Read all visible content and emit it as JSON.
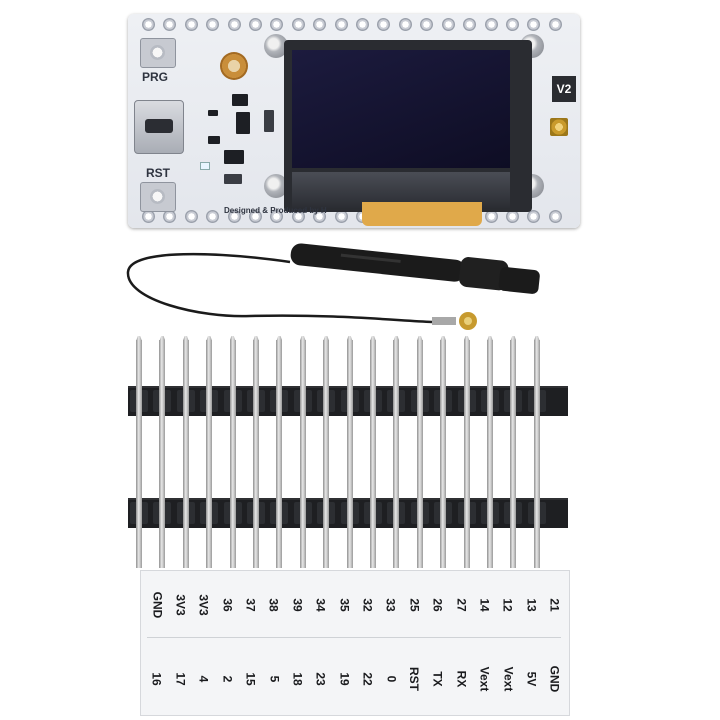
{
  "board": {
    "button_prg_label": "PRG",
    "button_rst_label": "RST",
    "revision_label": "V2",
    "footer_text": "Designed & Produced by H"
  },
  "header_rows": 2,
  "pin_count_per_header": 18,
  "label_card": {
    "top_row": [
      "GND",
      "3V3",
      "3V3",
      "36",
      "37",
      "38",
      "39",
      "34",
      "35",
      "32",
      "33",
      "25",
      "26",
      "27",
      "14",
      "12",
      "13",
      "21"
    ],
    "bottom_row": [
      "16",
      "17",
      "4",
      "2",
      "15",
      "5",
      "18",
      "23",
      "19",
      "22",
      "0",
      "RST",
      "TX",
      "RX",
      "Vext",
      "Vext",
      "5V",
      "GND"
    ]
  },
  "colors": {
    "pcb": "#e6e9ef",
    "oled": "#15142f",
    "header_plastic": "#1e1f22",
    "pin_metal": "#c8c8c8",
    "antenna": "#1b1b1b"
  }
}
